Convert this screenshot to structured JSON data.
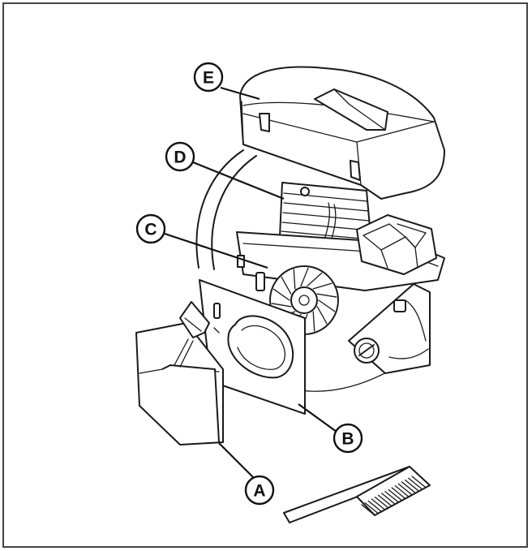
{
  "callouts": [
    {
      "id": "A",
      "label": "A"
    },
    {
      "id": "B",
      "label": "B"
    },
    {
      "id": "C",
      "label": "C"
    },
    {
      "id": "D",
      "label": "D"
    },
    {
      "id": "E",
      "label": "E"
    }
  ]
}
